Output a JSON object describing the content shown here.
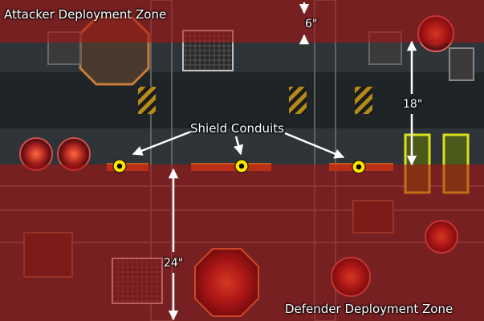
{
  "map": {
    "attacker_zone_label": "Attacker Deployment Zone",
    "defender_zone_label": "Defender Deployment Zone",
    "callout_label": "Shield Conduits",
    "measurements": {
      "top_gap": "6\"",
      "right_span": "18\"",
      "center_span": "24\""
    },
    "colors": {
      "zone_overlay": "#b01010",
      "floor": "#3a3f44",
      "marker": "#ffe600",
      "highlight": "#d8e020"
    }
  }
}
